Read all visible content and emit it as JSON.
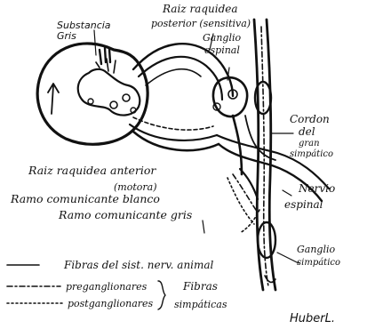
{
  "labels": {
    "substancia": "Substancia",
    "gris": "Gris",
    "raiz_posterior_1": "Raiz raquidea",
    "raiz_posterior_2": "posterior (sensitiva)",
    "ganglio_espinal_1": "Ganglio",
    "ganglio_espinal_2": "espinal",
    "cordon_1": "Cordon",
    "cordon_2": "del",
    "cordon_3": "gran",
    "cordon_4": "simpático",
    "raiz_anterior": "Raiz raquidea anterior",
    "motora": "(motora)",
    "ramo_blanco": "Ramo comunicante blanco",
    "ramo_gris": "Ramo comunicante gris",
    "nervio_1": "Nervio",
    "nervio_2": "espinal",
    "ganglio_simpatico_1": "Ganglio",
    "ganglio_simpatico_2": "simpático"
  },
  "legend": {
    "fibras_sist": "Fibras del sist. nerv. animal",
    "preganglionares": "preganglionares",
    "postganglionares": "postganglionares",
    "fibras": "Fibras",
    "simpaticas": "simpáticas"
  },
  "signature": "HuberL."
}
